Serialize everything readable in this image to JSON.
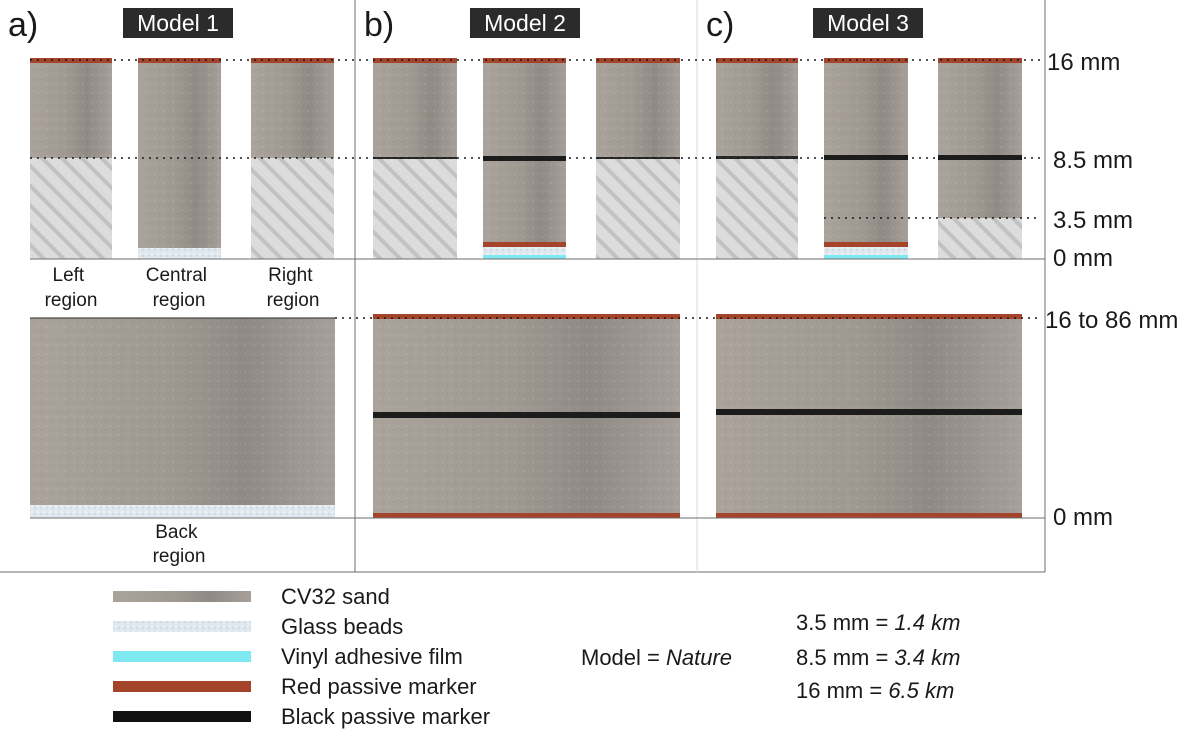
{
  "panels": [
    {
      "letter": "a)",
      "title": "Model 1"
    },
    {
      "letter": "b)",
      "title": "Model 2"
    },
    {
      "letter": "c)",
      "title": "Model 3"
    }
  ],
  "depth_labels": {
    "top": "16 mm",
    "mid": "8.5 mm",
    "low": "3.5 mm",
    "base": "0 mm",
    "back_top": "16 to 86 mm",
    "back_base": "0 mm"
  },
  "region_labels": {
    "left": [
      "Left",
      "region"
    ],
    "central": [
      "Central",
      "region"
    ],
    "right": [
      "Right",
      "region"
    ],
    "back": [
      "Back",
      "region"
    ]
  },
  "legend": [
    {
      "key": "sand",
      "label": "CV32 sand",
      "color": "#a39c95"
    },
    {
      "key": "glass",
      "label": "Glass beads",
      "color": "#dfe8ee"
    },
    {
      "key": "vinyl",
      "label": "Vinyl adhesive film",
      "color": "#7fe9f2"
    },
    {
      "key": "red",
      "label": "Red passive marker",
      "color": "#a4442a"
    },
    {
      "key": "black",
      "label": "Black passive marker",
      "color": "#111111"
    }
  ],
  "scaling": {
    "lhs": "Model = ",
    "lhs_italic": "Nature",
    "rows": [
      {
        "model": "3.5 mm = ",
        "nature": "1.4 km"
      },
      {
        "model": "8.5 mm = ",
        "nature": "3.4 km"
      },
      {
        "model": "16 mm = ",
        "nature": "6.5 km"
      }
    ]
  }
}
